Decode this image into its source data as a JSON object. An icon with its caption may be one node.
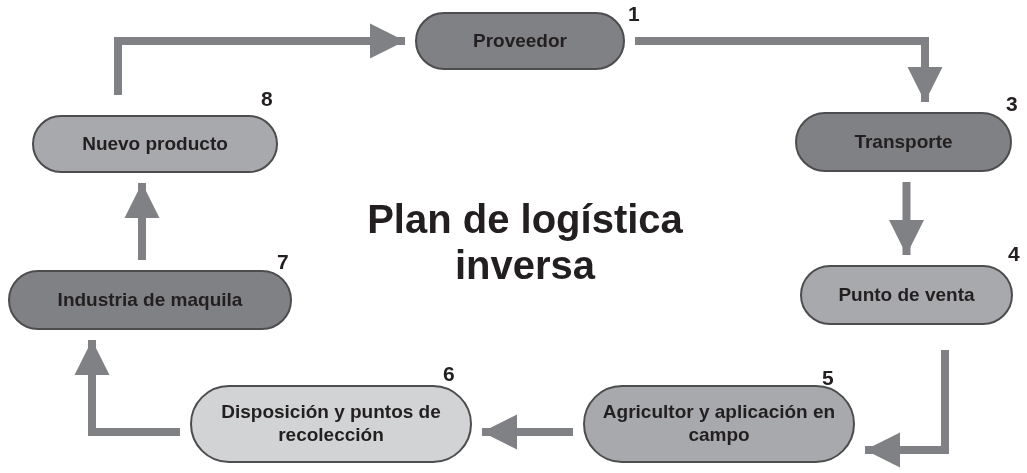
{
  "diagram": {
    "title": "Plan de logística inversa",
    "nodes": [
      {
        "text": [
          "Proveedor"
        ],
        "beside": [
          "1"
        ]
      },
      {
        "text": [
          "Transporte"
        ],
        "beside": [
          "3"
        ]
      },
      {
        "text": [
          "Punto de venta"
        ],
        "beside": [
          "4"
        ]
      },
      {
        "text": [
          "Agricultor y aplicación en campo"
        ],
        "beside": [
          "5"
        ]
      },
      {
        "text": [
          "Disposición y puntos de recolección"
        ],
        "beside": [
          "6"
        ]
      },
      {
        "text": [
          "Industria de maquila"
        ],
        "beside": [
          "7"
        ]
      },
      {
        "text": [
          "Nuevo producto"
        ],
        "beside": [
          "8"
        ]
      }
    ],
    "edges": [
      {
        "from": 0,
        "to": 1,
        "arrow": "to"
      },
      {
        "from": 1,
        "to": 2,
        "arrow": "to"
      },
      {
        "from": 2,
        "to": 3,
        "arrow": "to"
      },
      {
        "from": 3,
        "to": 4,
        "arrow": "to"
      },
      {
        "from": 4,
        "to": 5,
        "arrow": "to"
      },
      {
        "from": 5,
        "to": 6,
        "arrow": "to"
      },
      {
        "from": 6,
        "to": 0,
        "arrow": "to"
      }
    ]
  }
}
